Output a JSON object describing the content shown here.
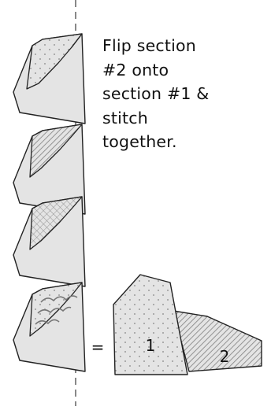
{
  "instruction": {
    "lines": [
      "Flip section",
      "#2 onto",
      "section #1 &",
      "stitch",
      "together."
    ]
  },
  "result": {
    "equals": "=",
    "section1_label": "1",
    "section2_label": "2"
  },
  "colors": {
    "fill": "#e4e4e4",
    "outline": "#222222",
    "dots": "#9a9a9a",
    "hatch": "#8a8a8a",
    "fold_line": "#555555"
  }
}
